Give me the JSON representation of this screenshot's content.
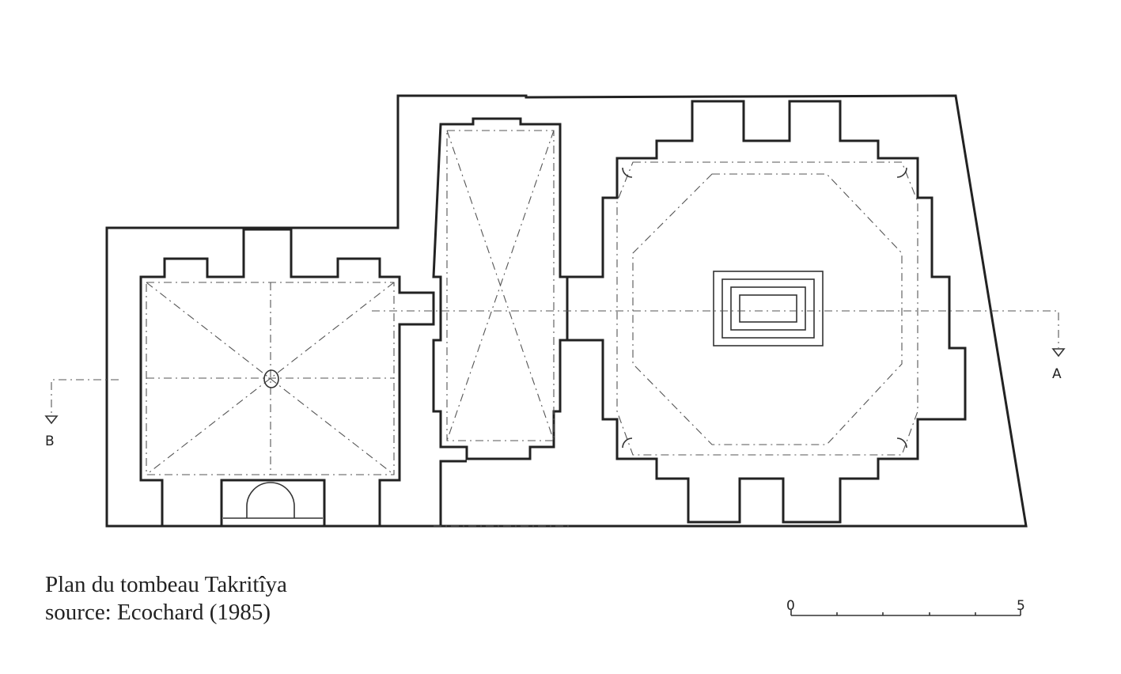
{
  "caption": {
    "title": "Plan du tombeau Takritîya",
    "source": "source: Ecochard (1985)"
  },
  "section_labels": {
    "a": "A",
    "b": "B"
  },
  "scale_bar": {
    "start_label": "0",
    "end_label": "5"
  }
}
